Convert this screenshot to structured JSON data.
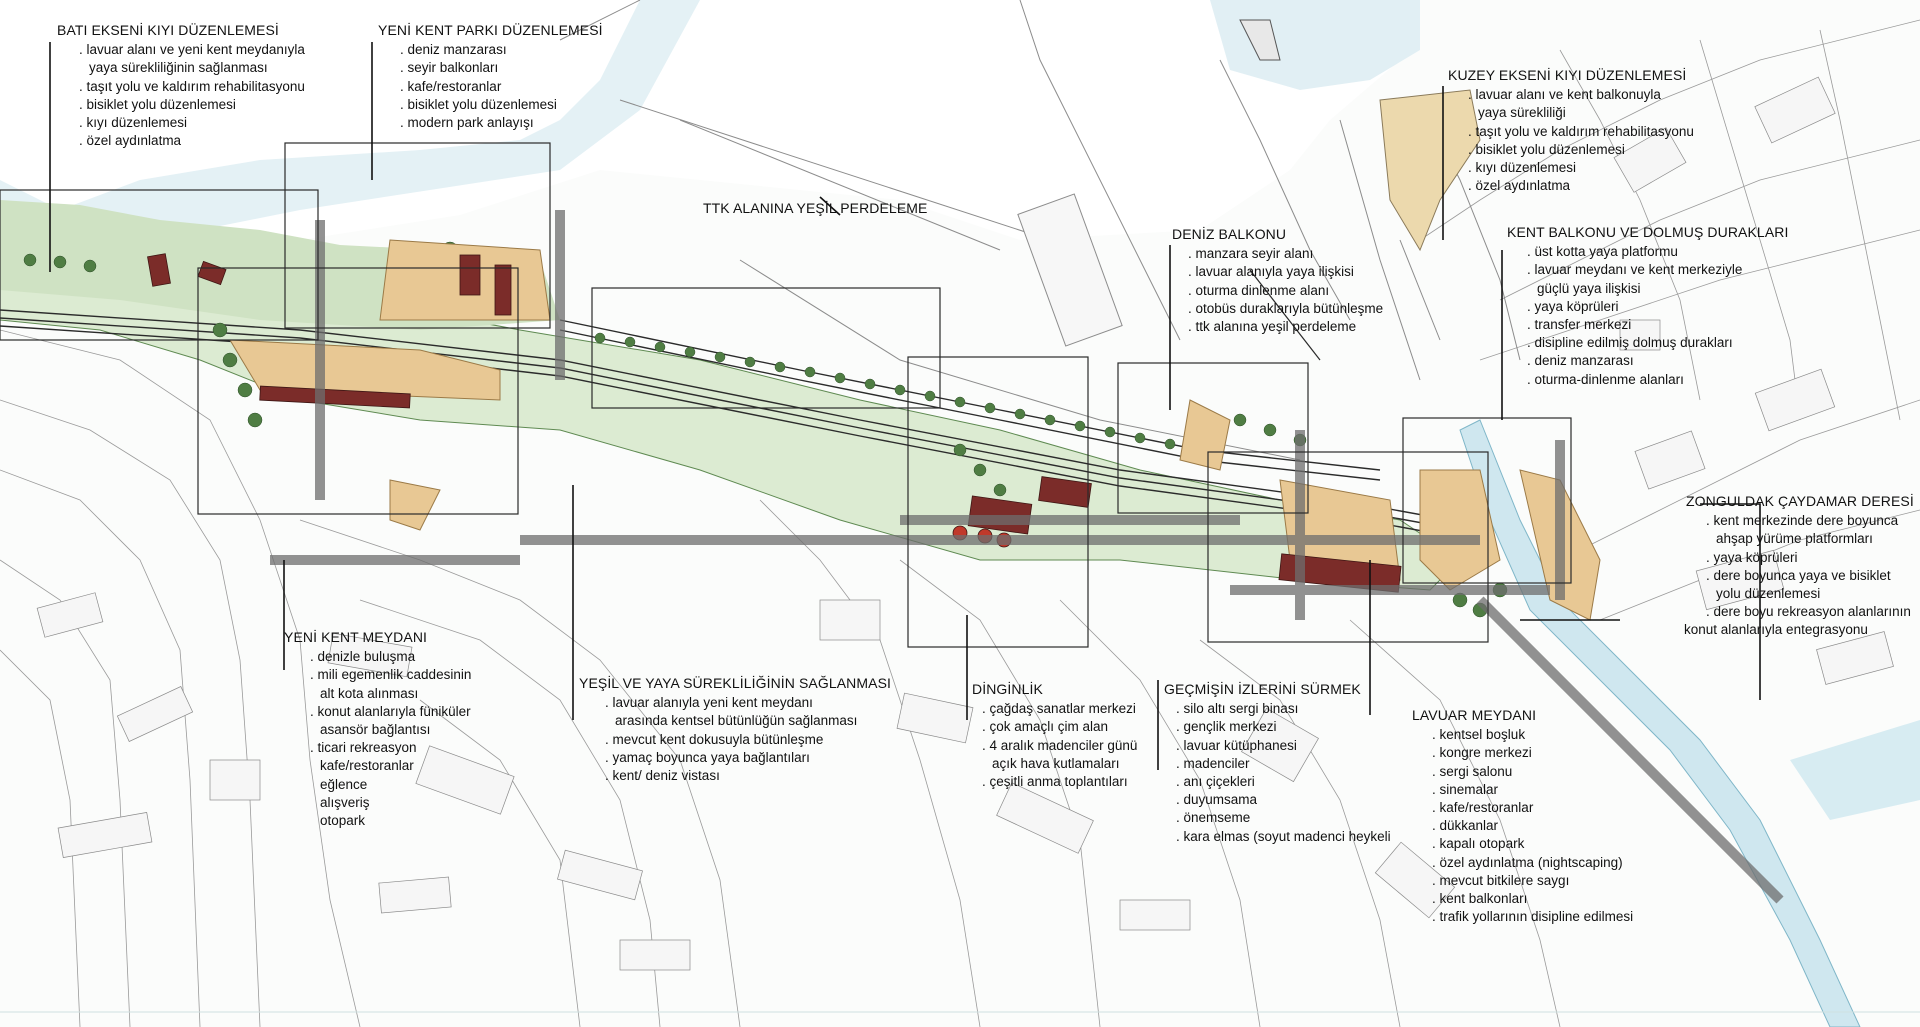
{
  "annotations": {
    "bati": {
      "title": "BATI EKSENİ KIYI DÜZENLEMESİ",
      "items": [
        "lavuar alanı ve yeni kent meydanıyla",
        "yaya sürekliliğinin sağlanması",
        "taşıt yolu ve kaldırım rehabilitasyonu",
        "bisiklet yolu düzenlemesi",
        "kıyı düzenlemesi",
        "özel aydınlatma"
      ]
    },
    "yeni_park": {
      "title": "YENİ KENT PARKI DÜZENLEMESİ",
      "items": [
        "deniz manzarası",
        "seyir balkonları",
        "kafe/restoranlar",
        "bisiklet yolu düzenlemesi",
        "modern park anlayışı"
      ]
    },
    "ttk": {
      "title": "TTK ALANINA YEŞİL PERDELEME"
    },
    "kuzey": {
      "title": "KUZEY EKSENİ KIYI DÜZENLEMESİ",
      "items": [
        "lavuar alanı ve kent balkonuyla",
        "yaya sürekliliği",
        "taşıt yolu ve kaldırım rehabilitasyonu",
        "bisiklet yolu düzenlemesi",
        "kıyı düzenlemesi",
        "özel aydınlatma"
      ]
    },
    "deniz": {
      "title": "DENİZ BALKONU",
      "items": [
        "manzara seyir alanı",
        "lavuar alanıyla yaya ilişkisi",
        "oturma dinlenme alanı",
        "otobüs duraklarıyla bütünleşme",
        "ttk alanına yeşil perdeleme"
      ]
    },
    "kent_balkonu": {
      "title": "KENT BALKONU VE DOLMUŞ DURAKLARI",
      "items": [
        "üst kotta yaya platformu",
        "lavuar meydanı ve kent merkeziyle",
        "güçlü yaya ilişkisi",
        "yaya köprüleri",
        "transfer merkezi",
        "disipline edilmiş dolmuş durakları",
        "deniz manzarası",
        "oturma-dinlenme alanları"
      ]
    },
    "zonguldak": {
      "title": "ZONGULDAK ÇAYDAMAR DERESİ",
      "items": [
        "kent merkezinde dere boyunca",
        "ahşap yürüme platformları",
        "yaya köprüleri",
        "dere boyunca yaya ve bisiklet",
        "yolu düzenlemesi",
        "dere boyu rekreasyon alanlarının",
        "konut alanlarıyla entegrasyonu"
      ]
    },
    "yeni_meydan": {
      "title": "YENİ KENT MEYDANI",
      "items": [
        "denizle buluşma",
        "mili egemenlik caddesinin",
        "alt kota alınması",
        "konut alanlarıyla füniküler",
        "asansör bağlantısı",
        "ticari rekreasyon",
        "kafe/restoranlar",
        "eğlence",
        "alışveriş",
        "otopark"
      ]
    },
    "yesil": {
      "title": "YEŞİL VE YAYA SÜREKLİLİĞİNİN SAĞLANMASI",
      "items": [
        "lavuar alanıyla yeni kent meydanı",
        "arasında kentsel bütünlüğün sağlanması",
        "mevcut kent dokusuyla bütünleşme",
        "yamaç boyunca yaya bağlantıları",
        "kent/ deniz vistası"
      ]
    },
    "dinginlik": {
      "title": "DİNGİNLİK",
      "items": [
        "çağdaş sanatlar merkezi",
        "çok amaçlı çim alan",
        "4 aralık madenciler günü",
        "açık hava kutlamaları",
        "çeşitli anma toplantıları"
      ]
    },
    "gecmis": {
      "title": "GEÇMİŞİN İZLERİNİ SÜRMEK",
      "items": [
        "silo altı sergi binası",
        "gençlik merkezi",
        "lavuar kütüphanesi",
        "madenciler",
        "anı çiçekleri",
        "duyumsama",
        "önemseme",
        "kara elmas (soyut madenci heykeli"
      ]
    },
    "lavuar": {
      "title": "LAVUAR MEYDANI",
      "items": [
        "kentsel boşluk",
        "kongre merkezi",
        "sergi salonu",
        "sinemalar",
        "kafe/restoranlar",
        "dükkanlar",
        "kapalı otopark",
        "özel aydınlatma (nightscaping)",
        "mevcut bitkilere saygı",
        "kent balkonları",
        "trafik yollarının disipline edilmesi"
      ]
    }
  },
  "colors": {
    "sea": "#dceef3",
    "green": "#7fae6b",
    "wood": "#e3c290",
    "redbrown": "#7e2d2a",
    "building_line": "#8a8a8a"
  }
}
